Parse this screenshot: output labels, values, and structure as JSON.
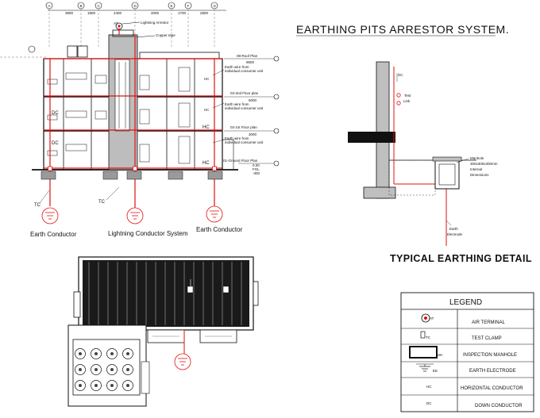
{
  "titles": {
    "main": "EARTHING PITS ARRESTOR SYSTEM.",
    "detail": "TYPICAL EARTHING DETAIL"
  },
  "section": {
    "dimensions": [
      "3800",
      "1800",
      "2400",
      "4000",
      "1700",
      "2800"
    ],
    "grid_labels": [
      "A",
      "B",
      "C",
      "D",
      "E",
      "F",
      "G"
    ],
    "callouts": {
      "lightning_arrestor": "Lightning Arrestor",
      "copper_tape": "Copper tape",
      "at": "AT"
    },
    "levels": [
      {
        "name": "08-Roof Plan",
        "value": "9600"
      },
      {
        "name": "03-2nd Floor plan",
        "value": "6000"
      },
      {
        "name": "02-1st Floor plan",
        "value": "3000"
      },
      {
        "name": "01-Ground Floor Plan",
        "value": "0.00"
      },
      {
        "name": "FGL",
        "value": "-300"
      }
    ],
    "earth_wire_note": [
      "Earth wire from",
      "individual consumer unit"
    ],
    "hc": "HC",
    "dc": "DC",
    "tc": "TC",
    "bottom_labels": {
      "left": "Earth Conductor",
      "center": "Lightning Conductor System",
      "right": "Earth Conductor"
    }
  },
  "detail": {
    "dc": "DC",
    "test_link": [
      "Test",
      "Link"
    ],
    "manhole": [
      "Manhole",
      "300x300x300mm",
      "Internal",
      "Dimensions"
    ],
    "electrode": [
      "Earth",
      "Electrode"
    ]
  },
  "legend": {
    "title": "LEGEND",
    "rows": [
      {
        "symbol_text": "AT",
        "label": "AIR TERMINAL"
      },
      {
        "symbol_text": "TC",
        "label": "TEST CLAMP"
      },
      {
        "symbol_text": "MH",
        "label": "INSPECTION MANHOLE"
      },
      {
        "symbol_text": "EE",
        "label": "EARTH ELECTRODE"
      },
      {
        "symbol_text": "HC",
        "label": "HORIZONTAL CONDUCTOR"
      },
      {
        "symbol_text": "DC",
        "label": "DOWN CONDUCTOR"
      }
    ]
  },
  "colors": {
    "conductor": "#e01010",
    "line": "#111111"
  }
}
